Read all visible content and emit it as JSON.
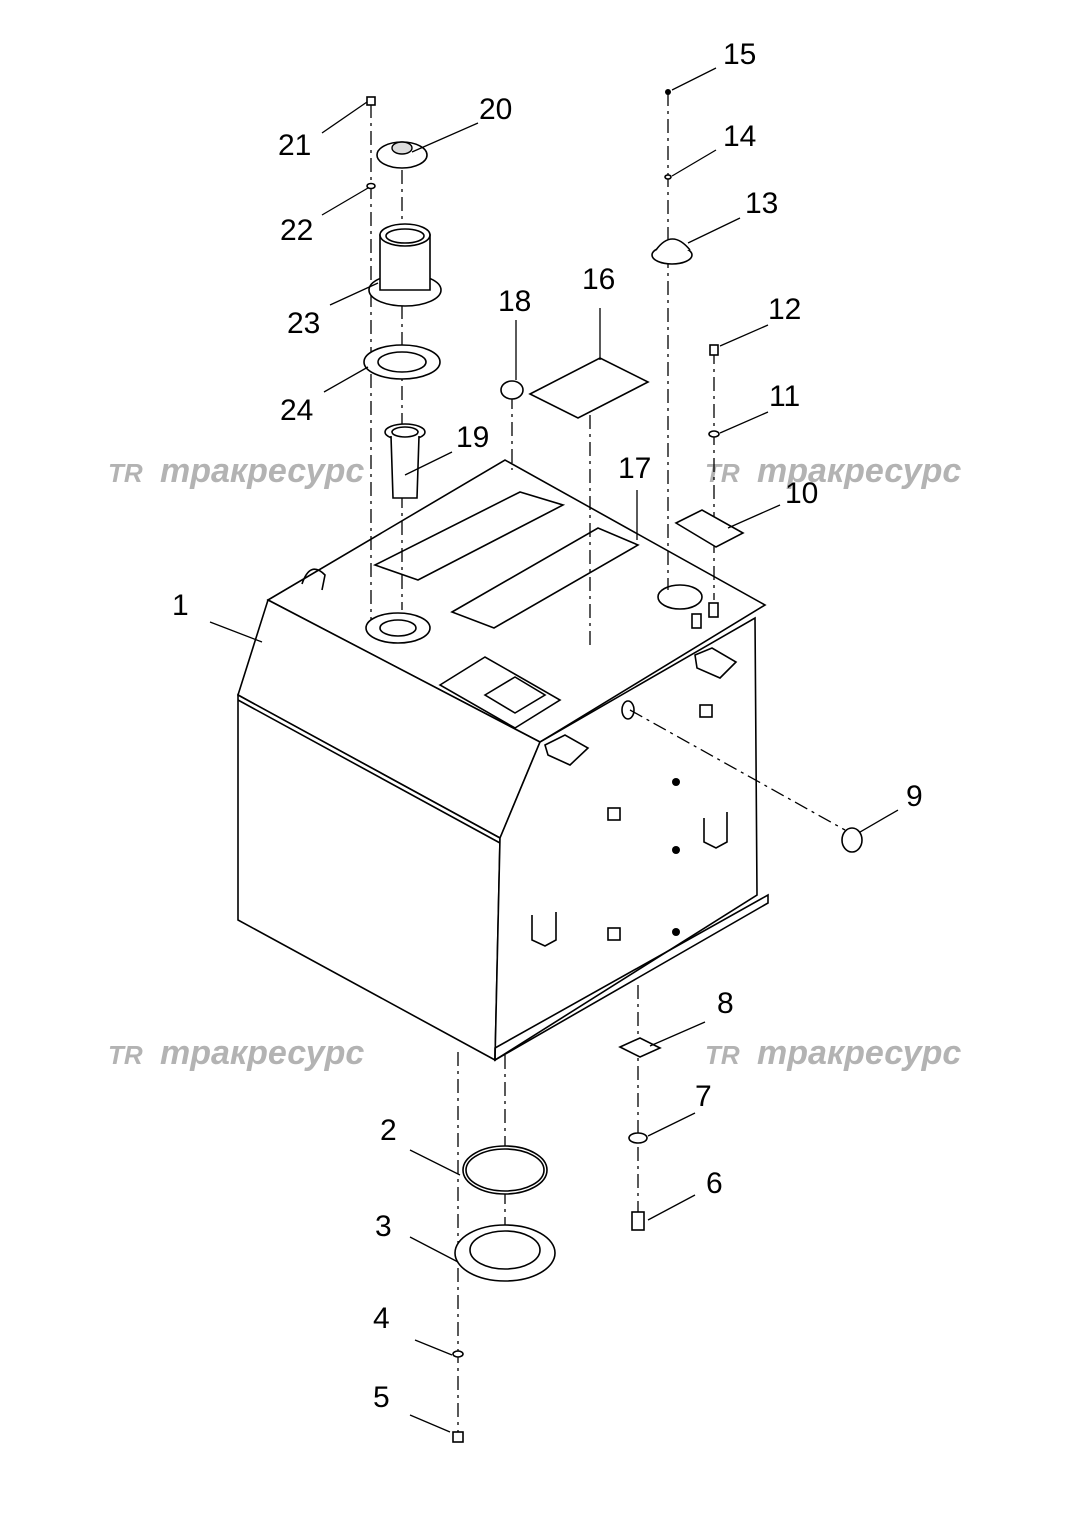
{
  "watermark": {
    "text": "тракресурс",
    "logo": "TR"
  },
  "callouts": [
    {
      "id": "1",
      "label": "1"
    },
    {
      "id": "2",
      "label": "2"
    },
    {
      "id": "3",
      "label": "3"
    },
    {
      "id": "4",
      "label": "4"
    },
    {
      "id": "5",
      "label": "5"
    },
    {
      "id": "6",
      "label": "6"
    },
    {
      "id": "7",
      "label": "7"
    },
    {
      "id": "8",
      "label": "8"
    },
    {
      "id": "9",
      "label": "9"
    },
    {
      "id": "10",
      "label": "10"
    },
    {
      "id": "11",
      "label": "11"
    },
    {
      "id": "12",
      "label": "12"
    },
    {
      "id": "13",
      "label": "13"
    },
    {
      "id": "14",
      "label": "14"
    },
    {
      "id": "15",
      "label": "15"
    },
    {
      "id": "16",
      "label": "16"
    },
    {
      "id": "17",
      "label": "17"
    },
    {
      "id": "18",
      "label": "18"
    },
    {
      "id": "19",
      "label": "19"
    },
    {
      "id": "20",
      "label": "20"
    },
    {
      "id": "21",
      "label": "21"
    },
    {
      "id": "22",
      "label": "22"
    },
    {
      "id": "23",
      "label": "23"
    },
    {
      "id": "24",
      "label": "24"
    }
  ]
}
